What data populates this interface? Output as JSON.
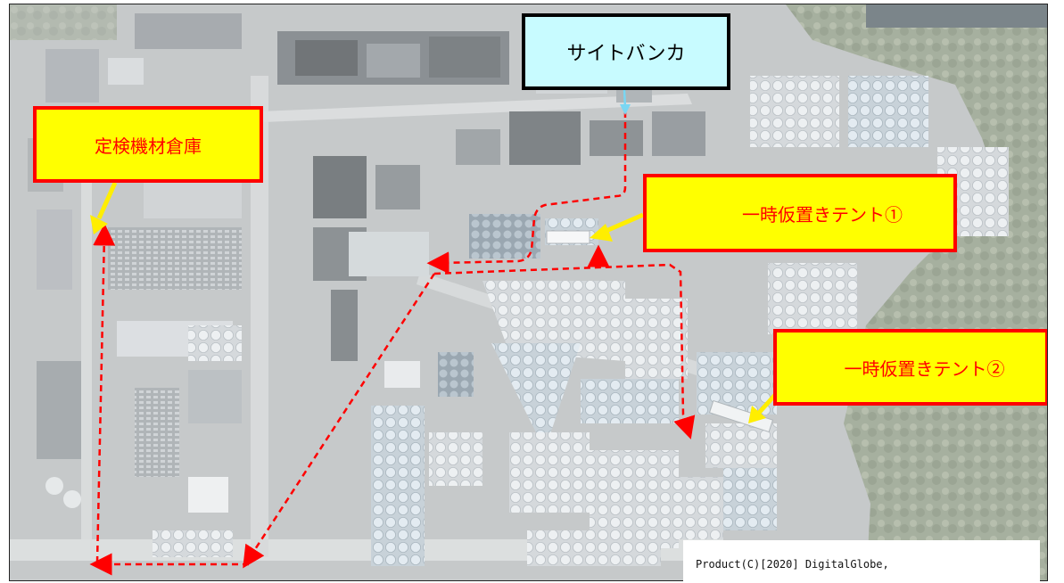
{
  "labels": {
    "site_bunker": "サイトバンカ",
    "inspection_warehouse": "定検機材倉庫",
    "temp_tent_1": "一時仮置きテント①",
    "temp_tent_2": "一時仮置きテント②"
  },
  "credit": "Product(C)[2020] DigitalGlobe,",
  "colors": {
    "route": "#ff0000",
    "pointer_arrow": "#ffee00",
    "callout_fill": "#ffff00",
    "callout_border": "#ff0000",
    "site_bunker_fill": "#c8fbff"
  }
}
